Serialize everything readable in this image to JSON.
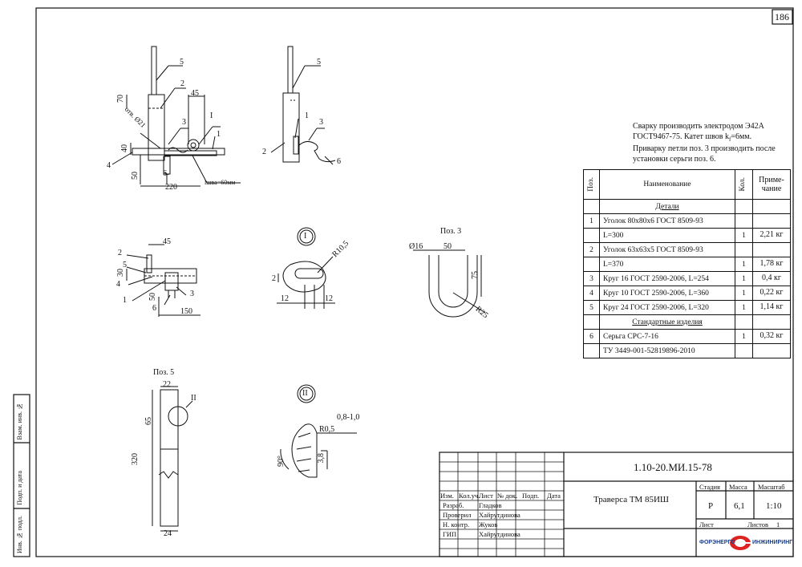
{
  "sheet_number": "186",
  "notes": {
    "line1": "Сварку производить электродом Э42А",
    "line2": "ГОСТ9467-75. Катет швов k",
    "line2_sub": "f",
    "line2_end": "=6мм.",
    "line3": "Приварку петли поз. 3 производить после",
    "line4": "установки серьги поз. 6."
  },
  "spec_table": {
    "headers": {
      "pos": "Поз.",
      "name": "Наименование",
      "qty": "Кол.",
      "note": "Приме-\nчание"
    },
    "section_parts": "Детали",
    "section_std": "Стандартные изделия",
    "rows": [
      {
        "pos": "1",
        "name": "Уголок 80х80х6 ГОСТ 8509-93",
        "qty": "",
        "note": ""
      },
      {
        "pos": "",
        "name": "L=300",
        "qty": "1",
        "note": "2,21 кг"
      },
      {
        "pos": "2",
        "name": "Уголок 63х63х5 ГОСТ 8509-93",
        "qty": "",
        "note": ""
      },
      {
        "pos": "",
        "name": "L=370",
        "qty": "1",
        "note": "1,78 кг"
      },
      {
        "pos": "3",
        "name": "Круг 16 ГОСТ 2590-2006, L=254",
        "qty": "1",
        "note": "0,4 кг"
      },
      {
        "pos": "4",
        "name": "Круг 10 ГОСТ 2590-2006, L=360",
        "qty": "1",
        "note": "0,22 кг"
      },
      {
        "pos": "5",
        "name": "Круг 24 ГОСТ 2590-2006, L=320",
        "qty": "1",
        "note": "1,14 кг"
      }
    ],
    "std_rows": [
      {
        "pos": "6",
        "name": "Серьга СРС-7-16",
        "qty": "1",
        "note": "0,32 кг"
      },
      {
        "pos": "",
        "name": "ТУ 3449-001-52819896-2010",
        "qty": "",
        "note": ""
      }
    ]
  },
  "title_block": {
    "doc_code": "1.10-20.МИ.15-78",
    "item_name": "Траверса ТМ 85ИШ",
    "col_headers": [
      "Изм.",
      "Кол.уч.",
      "Лист",
      "№ док.",
      "Подп.",
      "Дата"
    ],
    "roles": [
      {
        "role": "Разраб.",
        "name": "Гладков"
      },
      {
        "role": "Проверил",
        "name": "Хайрутдинова"
      },
      {
        "role": "Н. контр.",
        "name": "Жуков"
      },
      {
        "role": "ГИП",
        "name": "Хайрутдинова"
      }
    ],
    "stage_label": "Стадия",
    "mass_label": "Масса",
    "scale_label": "Масштаб",
    "stage": "Р",
    "mass": "6,1",
    "scale": "1:10",
    "sheet_label": "Лист",
    "sheets_label": "Листов",
    "sheets": "1",
    "logo_left": "ФОРЭНЕРГО",
    "logo_right": "ИНЖИНИРИНГ"
  },
  "side_stamp": {
    "inv_replace": "Взам. инв. №",
    "sign_date": "Подп. и дата",
    "inv_orig": "Инв. № подл."
  },
  "drawing_labels": {
    "view1": {
      "d70": "70",
      "d45": "45",
      "d40": "40",
      "d50": "50",
      "d220": "220",
      "hole": "отв. Ø21",
      "weld": "lшвa=60мм",
      "p1": "1",
      "p2": "2",
      "p3": "3",
      "p4": "4",
      "p5": "5",
      "p6": "6",
      "det": "I"
    },
    "view2": {
      "p1": "1",
      "p2": "2",
      "p3": "3",
      "p5": "5",
      "p6": "6"
    },
    "view3": {
      "d45": "45",
      "d30": "30",
      "d50": "50",
      "d150": "150",
      "p1": "1",
      "p2": "2",
      "p3": "3",
      "p4": "4",
      "p5": "5",
      "p6": "6"
    },
    "detail1": {
      "label": "I",
      "r": "R10,5",
      "d2": "2",
      "d12a": "12",
      "d12b": "12"
    },
    "pos3": {
      "title": "Поз. 3",
      "d16": "Ø16",
      "d50": "50",
      "d75": "75",
      "r25": "R25"
    },
    "pos5": {
      "title": "Поз. 5",
      "d22": "22",
      "d65": "65",
      "d320": "320",
      "d24": "24",
      "det": "II"
    },
    "detail2": {
      "label": "II",
      "d08": "0,8-1,0",
      "r05": "R0,5",
      "d38": "3,8",
      "a90": "90°"
    }
  }
}
